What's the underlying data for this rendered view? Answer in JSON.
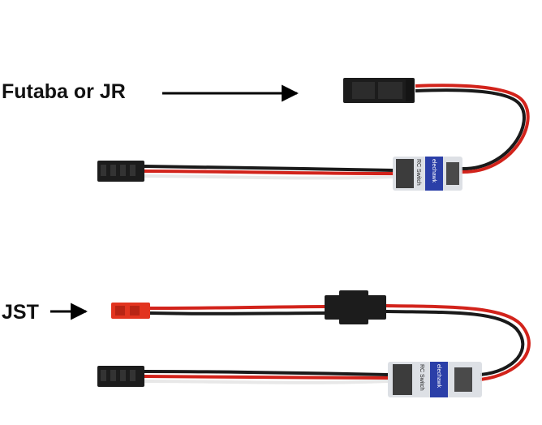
{
  "labels": {
    "top_connector": "Futaba or JR",
    "bottom_connector": "JST"
  },
  "module": {
    "brand": "elechawk",
    "model": "RC Switch"
  },
  "colors": {
    "wire_red": "#d2231b",
    "wire_black": "#1a1a1a",
    "wire_white": "#e8e8e8",
    "connector_black": "#1c1c1c",
    "connector_jst_red": "#e2341f",
    "module_label_blue": "#2b3fa8",
    "arrow": "#000000"
  }
}
